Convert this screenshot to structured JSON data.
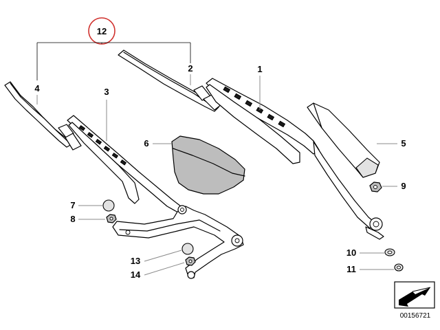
{
  "callouts": {
    "c1": "1",
    "c2": "2",
    "c3": "3",
    "c4": "4",
    "c5": "5",
    "c6": "6",
    "c7": "7",
    "c8": "8",
    "c9": "9",
    "c10": "10",
    "c11": "11",
    "c12": "12",
    "c13": "13",
    "c14": "14"
  },
  "highlight_color": "#d0312d",
  "reference_number": "00156721"
}
